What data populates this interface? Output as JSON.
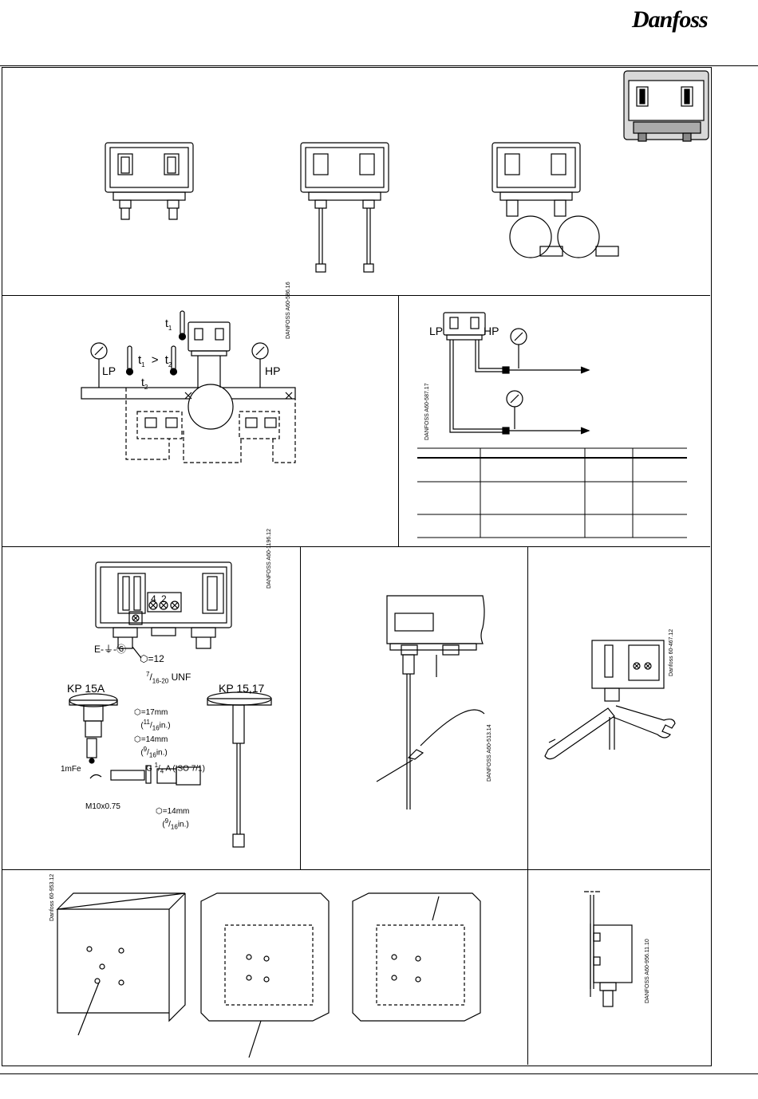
{
  "header": {
    "brand": "Danfoss"
  },
  "panel2": {
    "t1": "t",
    "t1_sub": "1",
    "compare_t1": "t",
    "compare_t1_sub": "1",
    "compare_gt": ">",
    "compare_t2": "t",
    "compare_t2_sub": "2",
    "t2": "t",
    "t2_sub": "2",
    "lp": "LP",
    "hp": "HP",
    "code": "DANFOSS A60-586.16"
  },
  "panel3": {
    "lp": "LP",
    "hp": "HP",
    "code": "DANFOSS A60-587.17",
    "table": {
      "rows": 4,
      "cols": 4
    }
  },
  "panel4": {
    "code": "DANFOSS A60-1196.12",
    "terminals": [
      "4",
      "2"
    ],
    "earth": "E",
    "hex12": "=12",
    "unf": "UNF",
    "unf_prefix": "7",
    "unf_den": "16-20",
    "kp15a": "KP 15A",
    "kp1517": "KP 15,17",
    "hex17": "=17mm",
    "hex17_in_num": "11",
    "hex17_in_den": "16",
    "hex17_in_unit": "in.",
    "hex14a": "=14mm",
    "hex14a_in_num": "9",
    "hex14a_in_den": "16",
    "hex14a_in_unit": "in.",
    "fe": "1mFe",
    "g_thread": "G",
    "g_frac_num": "1",
    "g_frac_den": "4",
    "g_rest": "A (ISO 7/1)",
    "m10": "M10x0.75",
    "hex14b": "=14mm",
    "hex14b_in_num": "9",
    "hex14b_in_den": "16",
    "hex14b_in_unit": "in."
  },
  "panel5": {
    "code": "DANFOSS A60-513.14"
  },
  "panel6": {
    "code": "Danfoss 60-467.12"
  },
  "panel7": {
    "code": "Danfoss 60-953.12"
  },
  "panel8": {
    "code": "DANFOSS A60-956.11.10"
  }
}
